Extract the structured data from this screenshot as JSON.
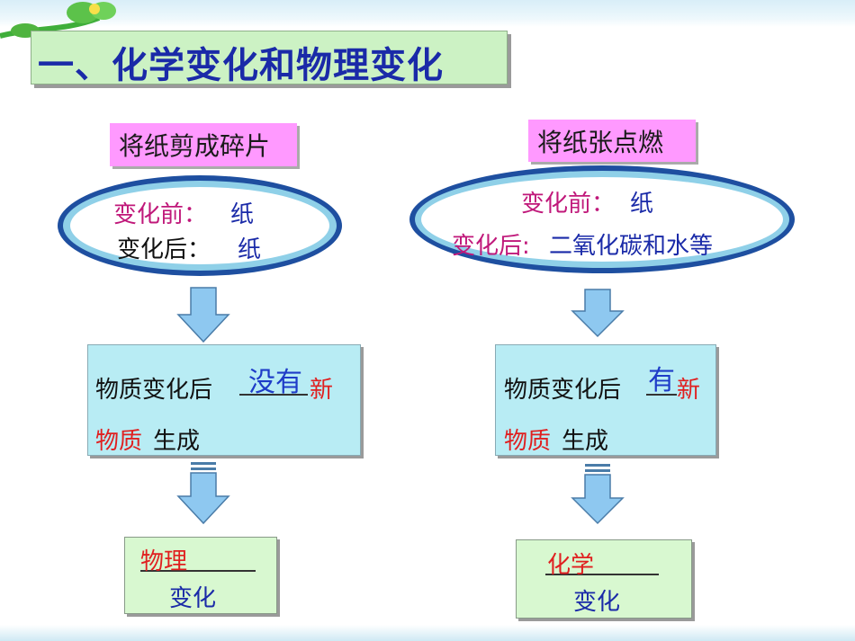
{
  "title": "一、化学变化和物理变化",
  "left": {
    "label": "将纸剪成碎片",
    "before_label": "变化前：",
    "before_value": "纸",
    "after_label": "变化后：",
    "after_value": "纸",
    "box_prefix": "物质变化后",
    "box_answer": "没有",
    "box_new": "新",
    "box_line2_red": "物质",
    "box_line2_black": "生成",
    "result_answer": "物理",
    "result_suffix": "变化"
  },
  "right": {
    "label": "将纸张点燃",
    "before_label": "变化前：",
    "before_value": "纸",
    "after_label": "变化后:",
    "after_value": "二氧化碳和水等",
    "box_prefix": "物质变化后",
    "box_answer": "有",
    "box_new": "新",
    "box_line2_red": "物质",
    "box_line2_black": "生成",
    "result_answer": "化学",
    "result_suffix": "变化"
  },
  "colors": {
    "title_bg": "#ccf2c4",
    "label_bg": "#ff99ff",
    "box_bg": "#b8ecf4",
    "result_bg": "#d8f8d0",
    "ellipse_ring": "#1e4fa0",
    "arrow": "#8ec8f0"
  }
}
